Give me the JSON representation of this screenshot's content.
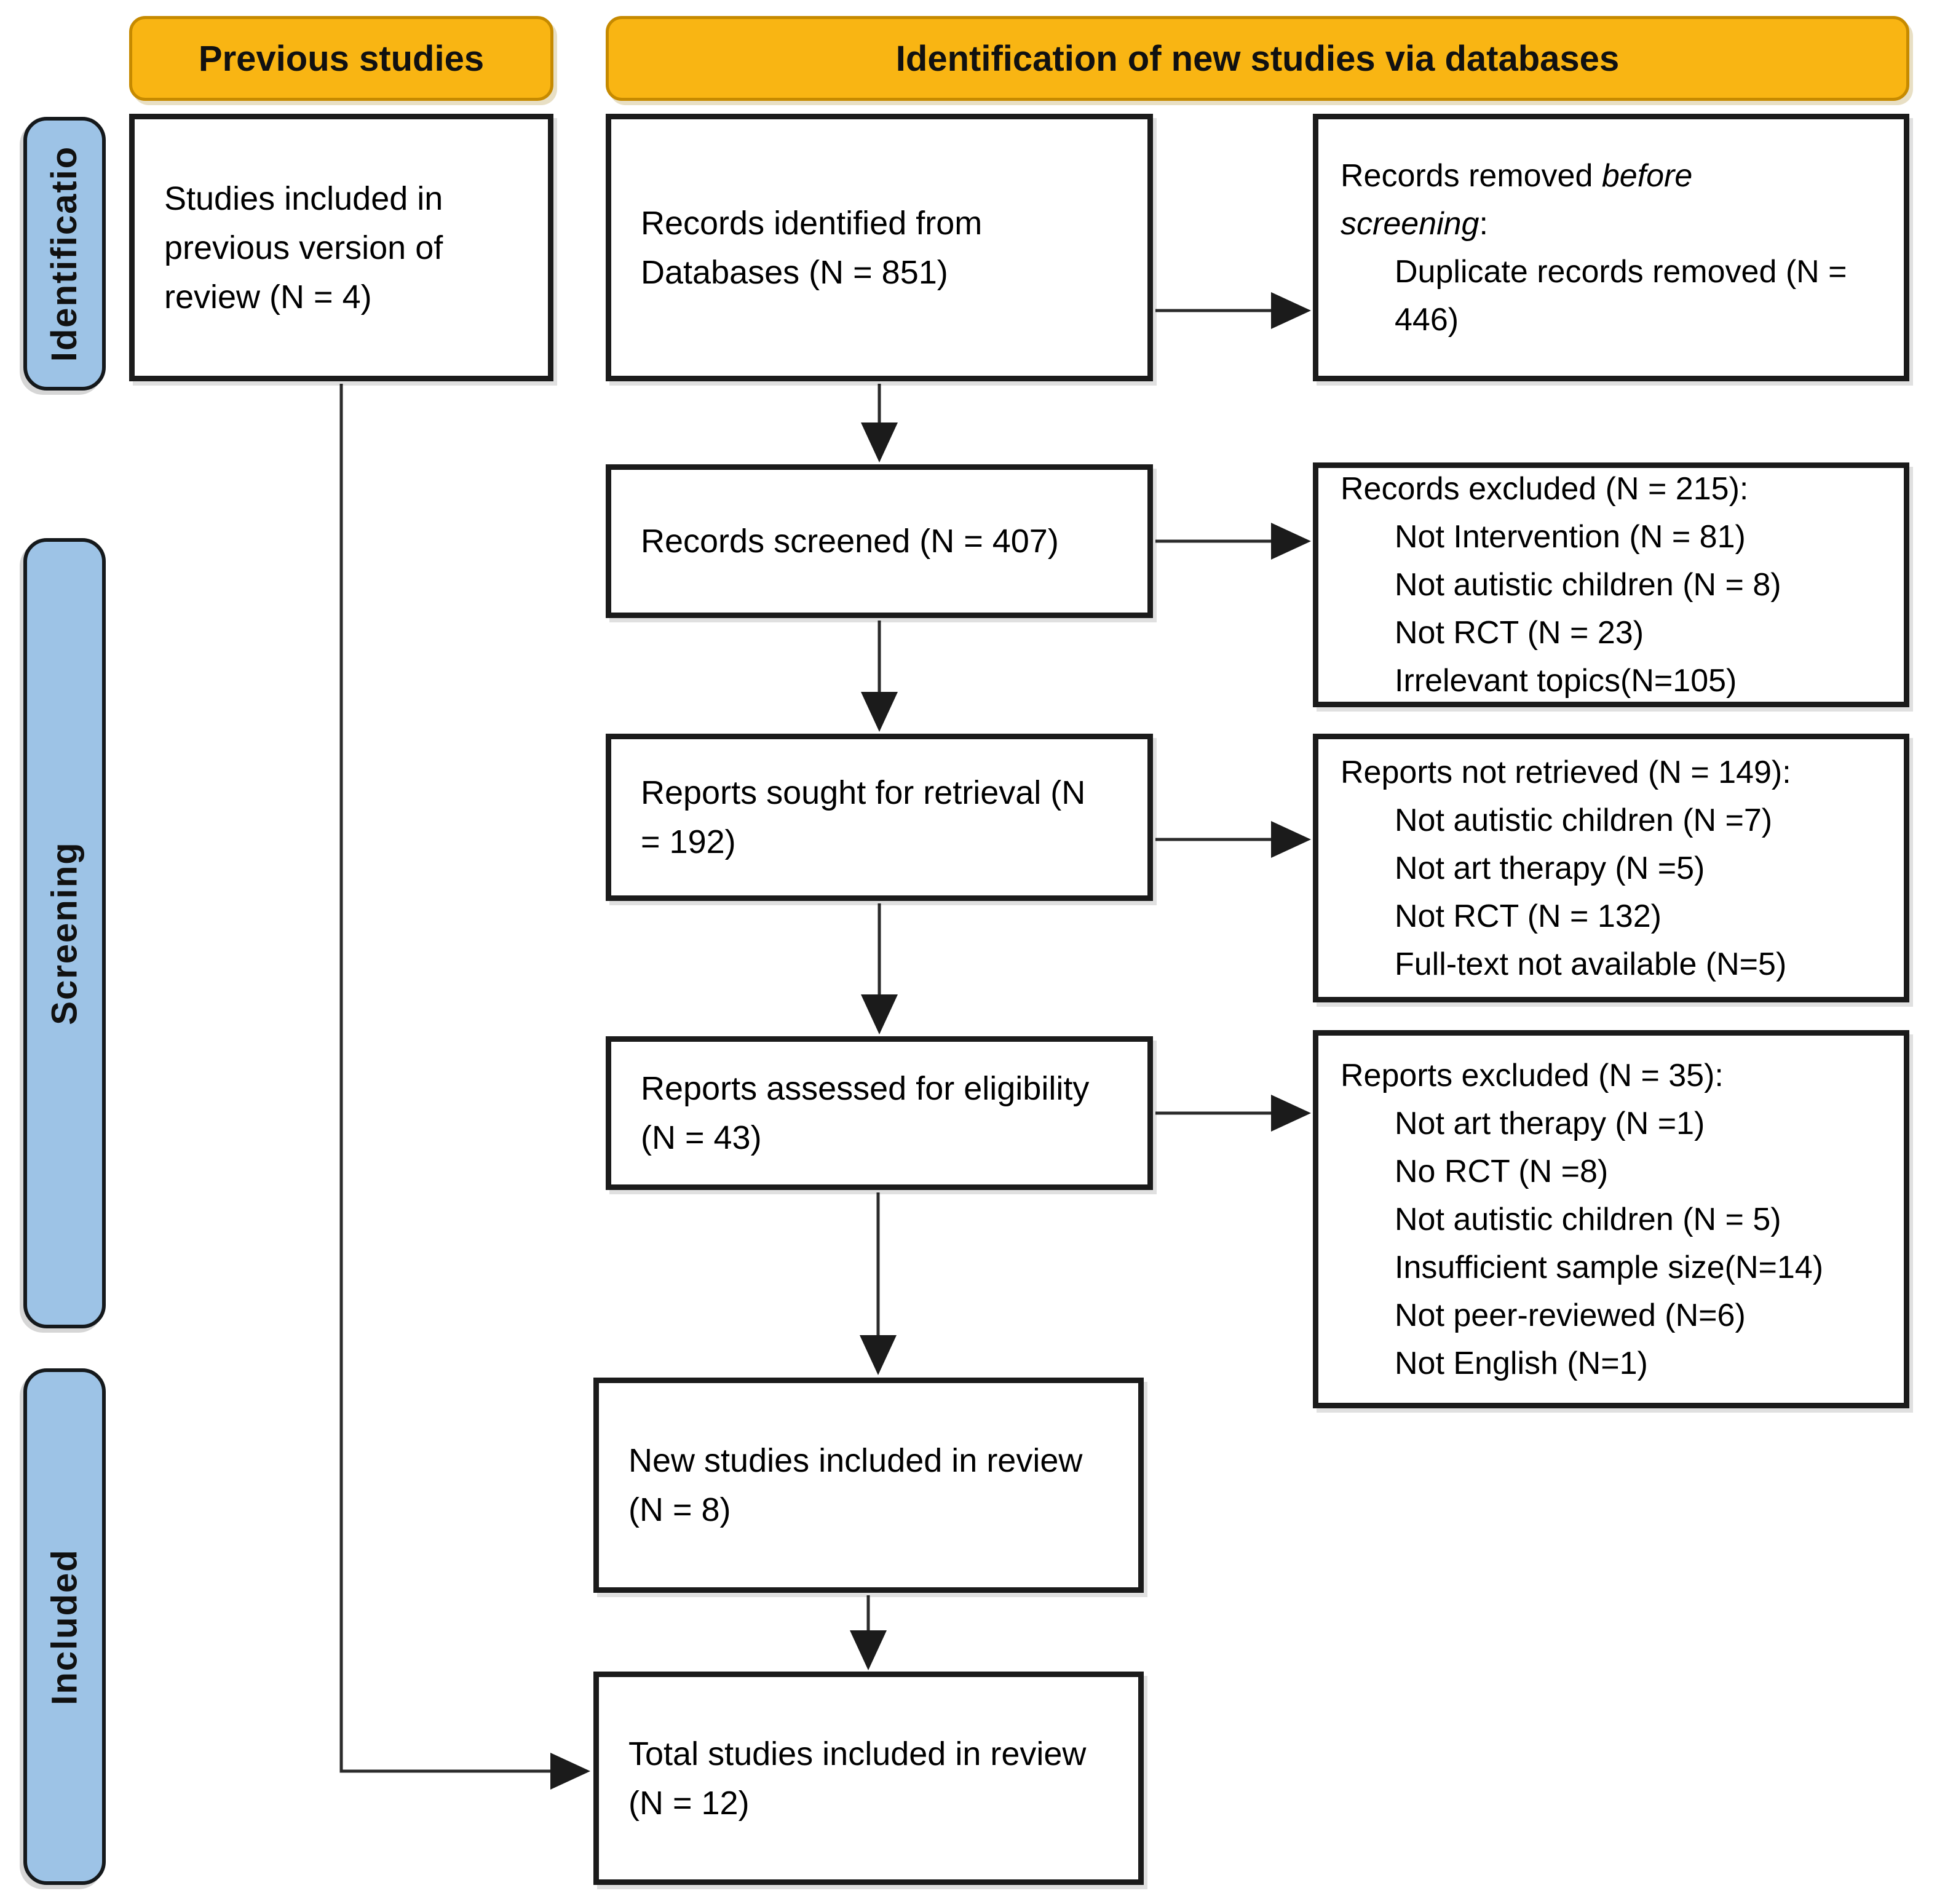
{
  "colors": {
    "header_bg": "#F9B513",
    "header_border": "#C68A00",
    "sidebar_bg": "#9DC3E6"
  },
  "headers": {
    "previous": "Previous studies",
    "new_studies": "Identification of new studies via databases"
  },
  "sidebar": {
    "identification": "Identificatio",
    "screening": "Screening",
    "included": "Included"
  },
  "boxes": {
    "previous_included": "Studies included in previous version of review (N = 4)",
    "records_identified": "Records identified from Databases (N = 851)",
    "records_removed": {
      "prefix": "Records removed ",
      "italic": "before screening",
      "suffix": ":",
      "items": [
        "Duplicate records removed (N = 446)"
      ]
    },
    "records_screened": "Records screened (N = 407)",
    "records_excluded": {
      "heading": "Records excluded (N = 215):",
      "items": [
        "Not Intervention (N = 81)",
        "Not autistic children (N = 8)",
        "Not RCT (N = 23)",
        "Irrelevant topics(N=105)"
      ]
    },
    "reports_sought": "Reports sought for retrieval (N = 192)",
    "reports_not_retrieved": {
      "heading": "Reports not retrieved (N = 149):",
      "items": [
        "Not autistic children (N =7)",
        "Not art therapy (N =5)",
        "Not RCT (N = 132)",
        "Full-text not available (N=5)"
      ]
    },
    "reports_assessed": "Reports assessed for eligibility (N = 43)",
    "reports_excluded": {
      "heading": "Reports excluded (N = 35):",
      "items": [
        "Not art therapy (N =1)",
        "No RCT (N =8)",
        "Not autistic children (N = 5)",
        "Insufficient sample size(N=14)",
        "Not peer-reviewed (N=6)",
        "Not English (N=1)"
      ]
    },
    "new_included": "New studies included in review (N = 8)",
    "total_included": "Total studies included in review (N = 12)"
  }
}
